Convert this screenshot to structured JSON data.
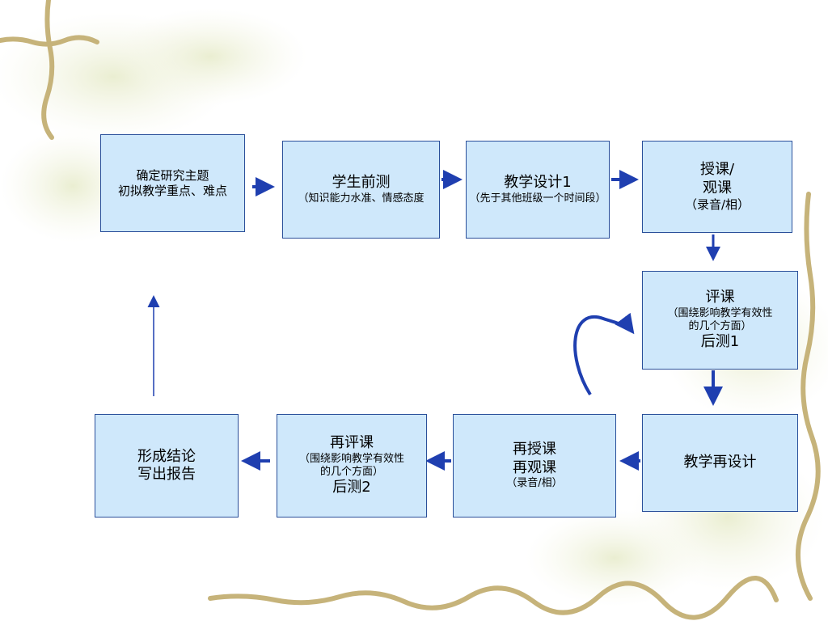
{
  "nodes": {
    "n1": {
      "line1": "确定研究主题",
      "line2": "初拟教学重点、难点"
    },
    "n2": {
      "title": "学生前测",
      "note": "（知识能力水准、情感态度"
    },
    "n3": {
      "title": "教学设计1",
      "note": "（先于其他班级一个时间段）"
    },
    "n4": {
      "line1": "授课/",
      "line2": "观课",
      "note": "（录音/相）"
    },
    "n5": {
      "title": "评课",
      "note1": "（围绕影响教学有效性",
      "note2": "的几个方面）",
      "tail": "后测1"
    },
    "n6": {
      "title": "教学再设计"
    },
    "n7": {
      "line1": "再授课",
      "line2": "再观课",
      "note": "（录音/相）"
    },
    "n8": {
      "title": "再评课",
      "note1": "（围绕影响教学有效性",
      "note2": "的几个方面）",
      "tail": "后测2"
    },
    "n9": {
      "line1": "形成结论",
      "line2": "写出报告"
    }
  },
  "colors": {
    "box_fill": "#cfe8fb",
    "box_border": "#2a4f9a",
    "arrow": "#1f3fb0"
  }
}
